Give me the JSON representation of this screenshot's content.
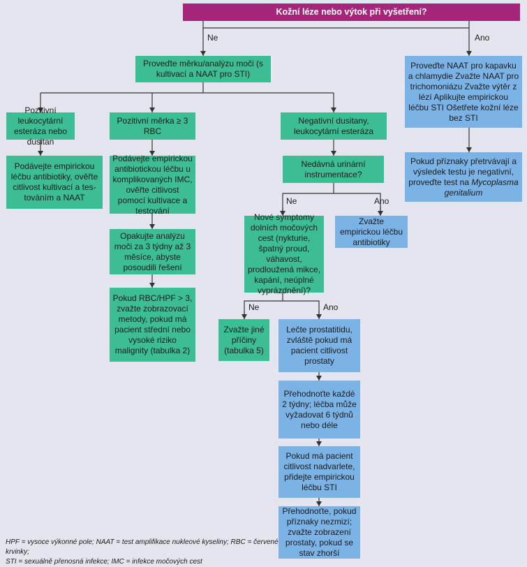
{
  "nodes": {
    "top": "Kožní léze nebo výtok při vyšetření?",
    "n2": "Proveďte měrku/analýzu moči (s kultivací a NAAT pro STI)",
    "r1": "Proveďte NAAT pro kapavku a chlamydie Zvažte NAAT pro trichomoniázu Zvažte výtěr z lézí Aplikujte empirickou léčbu STI Ošetřete kožní léze bez STI",
    "r2_pre": "Pokud příznaky přetrvávají a výsledek testu je negativní, proveďte test na ",
    "r2_italic": "Mycoplasma genitalium",
    "a1": "Pozitivní leukocytární esteráza nebo dusitan",
    "a2": "Podávejte empirickou léčbu antibiotiky, ověřte citlivost kultivací a tes-továním  a NAAT",
    "b1": "Pozitivní měrka ≥ 3 RBC",
    "b2": "Podávejte empirickou antibiotickou léčbu u komplikovaných IMC, ověřte citlivost pomocí kultivace a testování",
    "b3": "Opakujte analýzu moči za 3 týdny až 3 měsíce, abyste posoudili řešení",
    "b4": "Pokud RBC/HPF > 3, zvažte zobrazovací metody, pokud má pacient střední nebo vysoké riziko malignity (tabulka 2)",
    "c1": "Negativní dusitany, leukocytární esteráza",
    "c2": "Nedávná urinární instrumentace?",
    "c3": "Zvažte empirickou léčbu antibiotiky",
    "c4": "Nové symptomy dolních močových cest (nykturie, špatný proud, váhavost, prodloužená mikce, kapání, neúplné vyprázdnění)?",
    "c5": "Zvažte jiné příčiny (tabulka 5)",
    "d1": "Lečte prostatitidu, zvláště pokud má pacient citlivost prostaty",
    "d2": "Přehodnoťte každé 2 týdny; léčba může vyžadovat 6 týdnů nebo déle",
    "d3": "Pokud má pacient citlivost nadvarlete, přidejte empirickou léčbu STI",
    "d4": "Přehodnoťte, pokud příznaky nezmizí; zvažte zobrazení prostaty, pokud se stav zhorší"
  },
  "labels": {
    "ne1": "Ne",
    "ano1": "Ano",
    "ne2": "Ne",
    "ano2": "Ano",
    "ne3": "Ne",
    "ano3": "Ano"
  },
  "footnote": {
    "line1": "HPF = vysoce výkonné pole; NAAT = test amplifikace nukleové kyseliny; RBC = červené krvinky;",
    "line2": "STI = sexuálně přenosná infekce; IMC = infekce močových cest"
  },
  "colors": {
    "background": "#e5e5f0",
    "magenta": "#a4257a",
    "green": "#3dbd94",
    "blue": "#7cb3e6",
    "line": "#333333"
  }
}
